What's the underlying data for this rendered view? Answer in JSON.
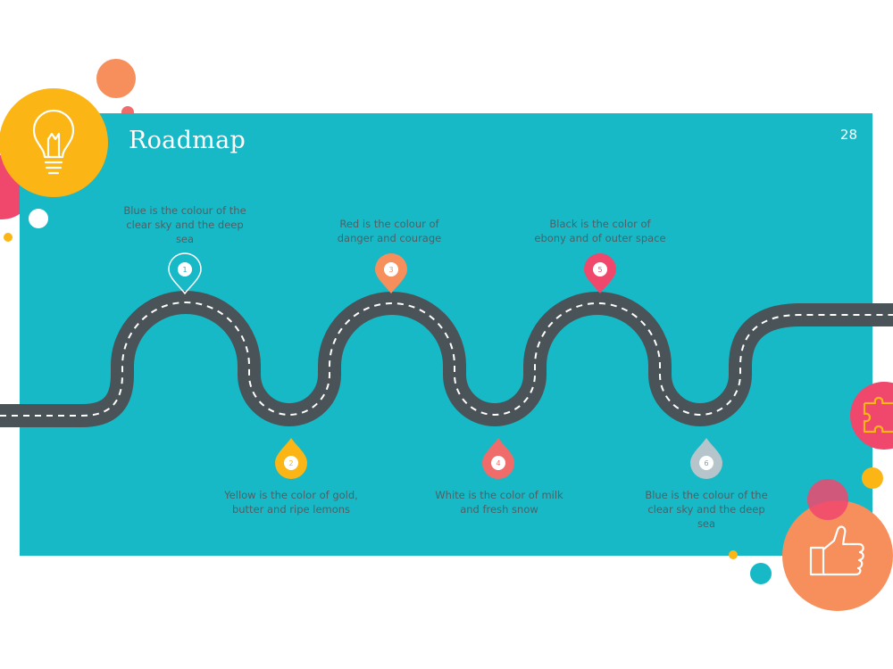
{
  "slide": {
    "title": "Roadmap",
    "page_number": "28"
  },
  "colors": {
    "panel": "#17b9c6",
    "road": "#4a5358",
    "road_dash": "#ffffff",
    "orange": "#f68f5c",
    "yellow": "#fbb515",
    "red": "#f0476d",
    "coral": "#f06c6a",
    "gray": "#b6c4cb",
    "teal": "#17b9c6",
    "white": "#ffffff"
  },
  "milestones": [
    {
      "number": "1",
      "caption": [
        "Blue is the colour of the",
        "clear sky and the deep",
        "sea"
      ],
      "marker_style": "outline"
    },
    {
      "number": "2",
      "caption": [
        "Yellow is the color of gold,",
        "butter and ripe lemons"
      ],
      "marker_color": "#fbb515"
    },
    {
      "number": "3",
      "caption": [
        "Red is the colour of",
        "danger and courage"
      ],
      "marker_color": "#f68f5c"
    },
    {
      "number": "4",
      "caption": [
        "White is the color of milk",
        "and fresh snow"
      ],
      "marker_color": "#f06c6a"
    },
    {
      "number": "5",
      "caption": [
        "Black is the color of",
        "ebony and of outer space"
      ],
      "marker_color": "#f0476d"
    },
    {
      "number": "6",
      "caption": [
        "Blue is the colour of the",
        "clear sky and the deep",
        "sea"
      ],
      "marker_color": "#b6c4cb"
    }
  ],
  "icons": {
    "top_left": "lightbulb-icon",
    "right": "puzzle-piece-icon",
    "bottom_right": "thumbs-up-icon"
  }
}
